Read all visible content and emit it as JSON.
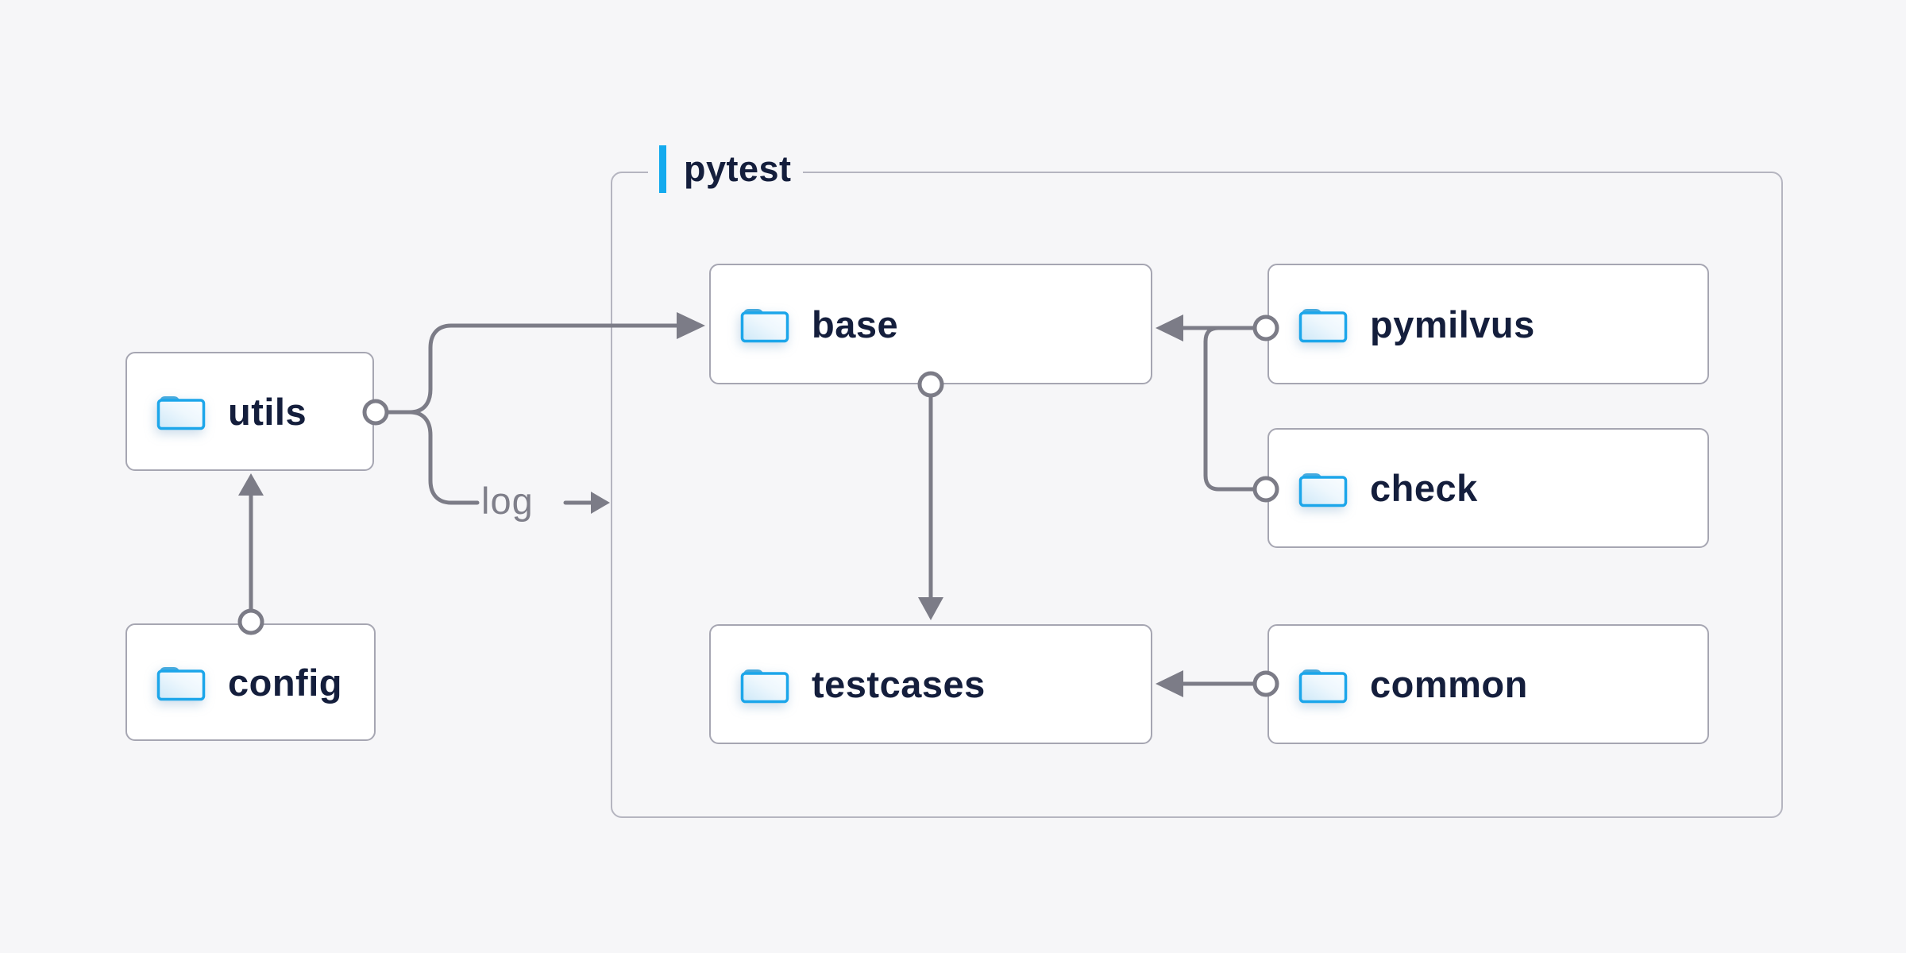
{
  "diagram": {
    "container": {
      "label": "pytest"
    },
    "edge_label": "log",
    "nodes": [
      {
        "id": "utils",
        "label": "utils"
      },
      {
        "id": "config",
        "label": "config"
      },
      {
        "id": "base",
        "label": "base"
      },
      {
        "id": "pymilvus",
        "label": "pymilvus"
      },
      {
        "id": "check",
        "label": "check"
      },
      {
        "id": "testcases",
        "label": "testcases"
      },
      {
        "id": "common",
        "label": "common"
      }
    ],
    "edges": [
      {
        "from": "utils",
        "to": "base",
        "type": "arrow"
      },
      {
        "from": "utils",
        "to": "pytest",
        "type": "arrow",
        "label": "log"
      },
      {
        "from": "config",
        "to": "utils",
        "type": "arrow"
      },
      {
        "from": "base",
        "to": "testcases",
        "type": "arrow"
      },
      {
        "from": "pymilvus",
        "to": "base",
        "type": "arrow"
      },
      {
        "from": "check",
        "to": "base",
        "type": "merge"
      },
      {
        "from": "common",
        "to": "testcases",
        "type": "arrow"
      }
    ],
    "colors": {
      "background": "#f6f6f8",
      "node_bg": "#ffffff",
      "node_border": "#a6a6b2",
      "container_border": "#b5b5c0",
      "connector": "#7c7c87",
      "accent": "#14aaee",
      "text": "#141e3c",
      "muted": "#7f7f8a",
      "folder_stroke": "#1ca6ea",
      "folder_tab": "#47aade"
    }
  }
}
